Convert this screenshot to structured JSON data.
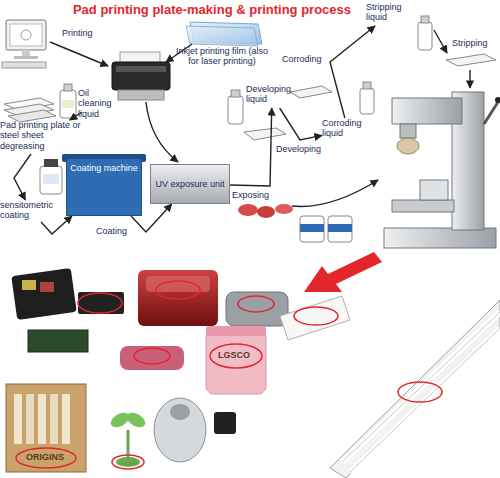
{
  "diagram": {
    "title": "Pad printing plate-making & printing process",
    "nodes": [
      {
        "text": [
          "Inkjet printing film (also for laser printing)"
        ]
      },
      {
        "text": [
          "Oil cleaning liquid"
        ]
      },
      {
        "text": [
          "Pad printing plate or steel sheet degreasing"
        ]
      },
      {
        "text": [
          "sensitometric coating"
        ]
      },
      {
        "text": [
          "Coating machine"
        ]
      },
      {
        "text": [
          "UV exposure unit"
        ]
      },
      {
        "text": [
          "Developing liquid"
        ]
      },
      {
        "text": [
          "Corroding liquid"
        ]
      },
      {
        "text": [
          "Stripping liquid"
        ]
      }
    ],
    "edges": [
      {
        "from": 1,
        "to": 2,
        "arrow": "to"
      },
      {
        "from": 2,
        "to": 3,
        "arrow": "to"
      },
      {
        "from": 3,
        "to": 4,
        "arrow": "to"
      },
      {
        "from": 4,
        "to": 5,
        "label": "Coating",
        "arrow": "to"
      },
      {
        "from": 5,
        "to": 6,
        "label": "Exposing",
        "arrow": "to"
      },
      {
        "from": 6,
        "to": 7,
        "label": "Developing",
        "arrow": "to"
      },
      {
        "from": 7,
        "to": 8,
        "label": "Corroding",
        "arrow": "to"
      }
    ],
    "labels": [
      "Printing",
      "Stripping",
      "ORIGINS",
      "LGSCO"
    ]
  }
}
